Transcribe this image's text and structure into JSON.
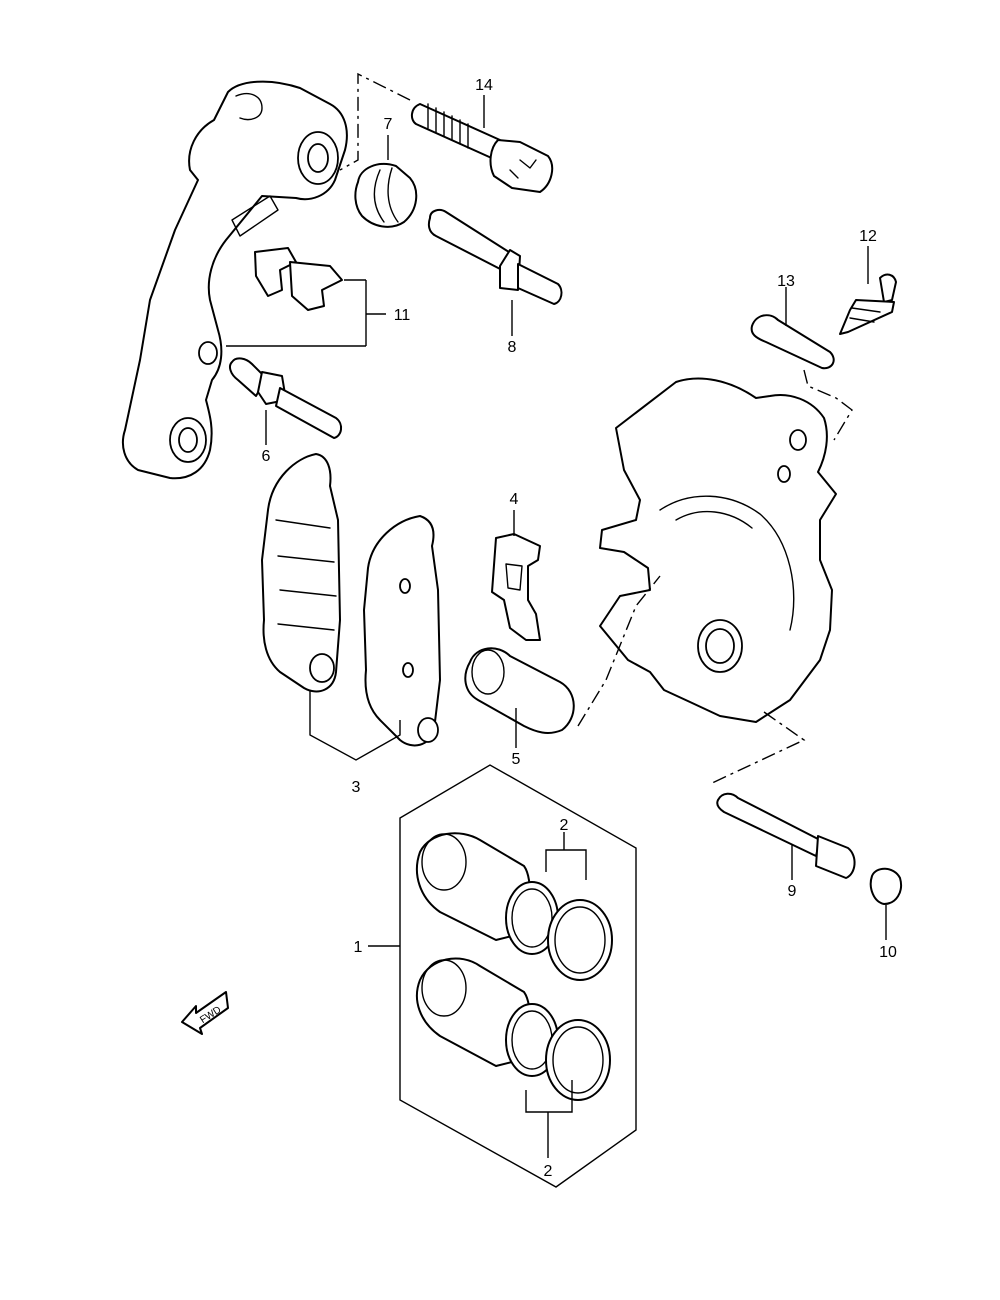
{
  "callouts": {
    "c1": "1",
    "c2a": "2",
    "c2b": "2",
    "c3": "3",
    "c4": "4",
    "c5": "5",
    "c6": "6",
    "c7": "7",
    "c8": "8",
    "c9": "9",
    "c10": "10",
    "c11": "11",
    "c12": "12",
    "c13": "13",
    "c14": "14"
  },
  "fwd_arrow": {
    "text": "FWD",
    "icon": "fwd-arrow-icon"
  }
}
